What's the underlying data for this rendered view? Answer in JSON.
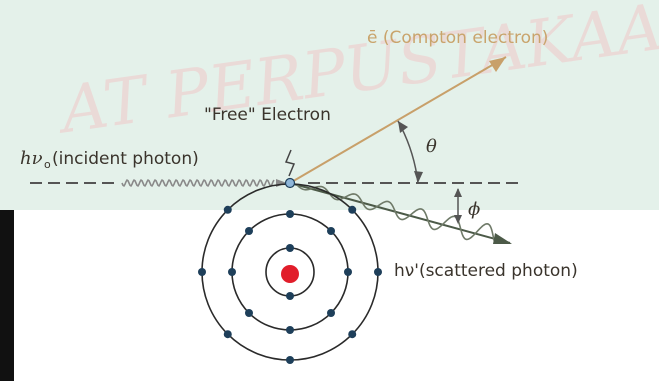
{
  "watermark": "AT PERPUSTAKAAN",
  "labels": {
    "compton_electron": "ē (Compton electron)",
    "free_electron": "\"Free\" Electron",
    "incident_photon": "(incident photon)",
    "incident_symbol": "hν",
    "incident_subscript": "o",
    "scattered_photon": "hν'(scattered photon)",
    "theta": "θ",
    "phi": "ϕ"
  },
  "colors": {
    "background_top": "#e4f1ea",
    "background": "#ffffff",
    "electron_ray": "#c8a06a",
    "scattered_photon": "#4c5a48",
    "dashed_line": "#555555",
    "orbit": "#2a2a2a",
    "electron": "#1e3f5a",
    "nucleus": "#e11d2a",
    "watermark": "#f0c8c8"
  }
}
